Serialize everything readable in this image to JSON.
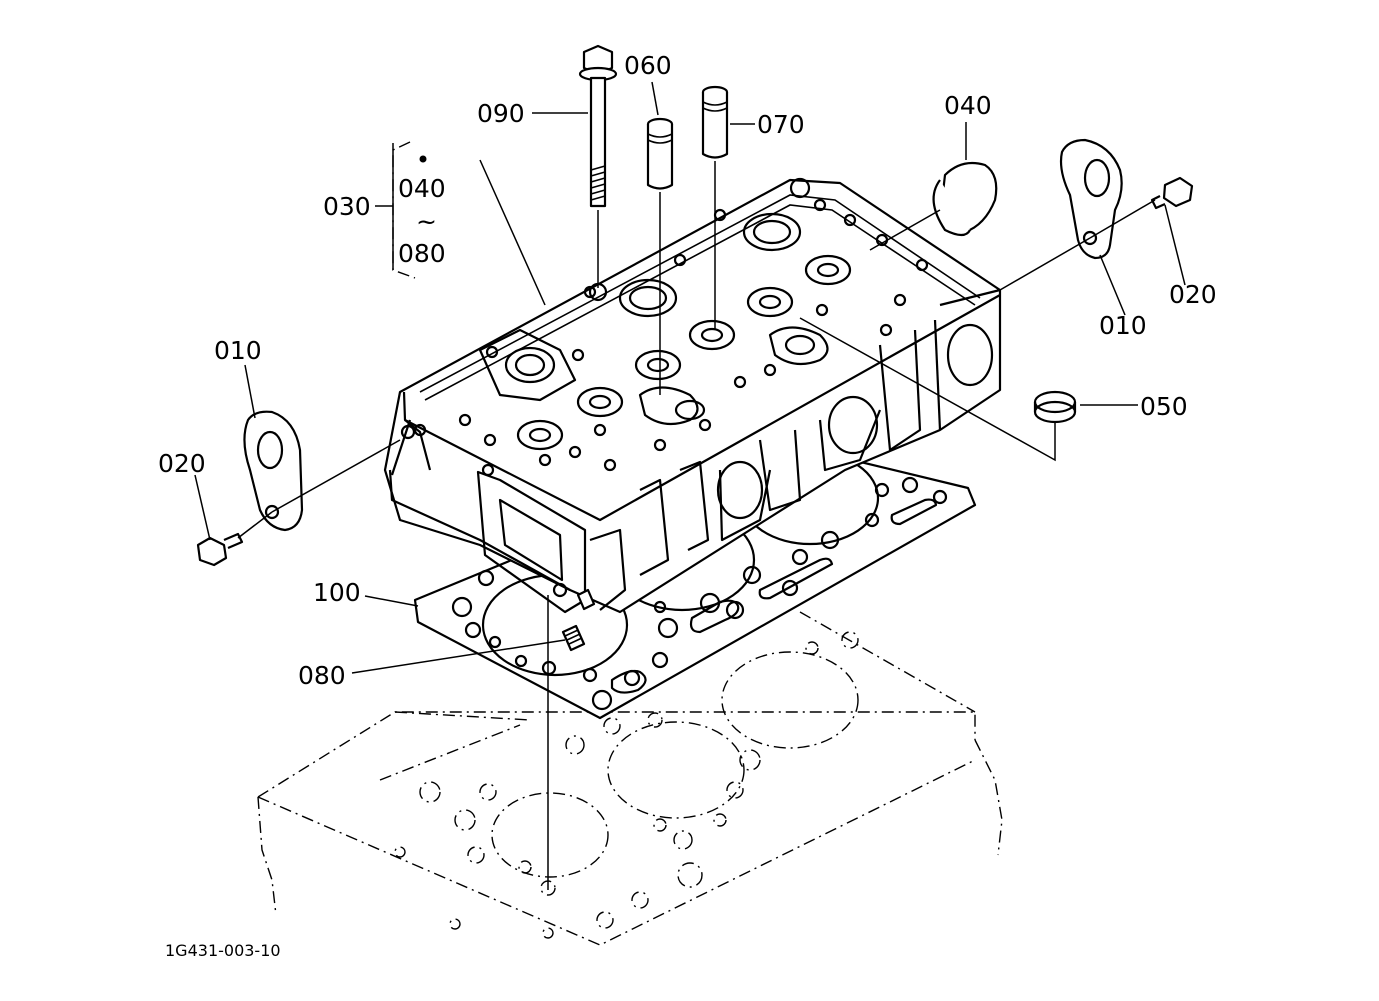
{
  "labels": {
    "p090": "090",
    "p060": "060",
    "p070": "070",
    "p040": "040",
    "p030": "030",
    "p030_range_from": "040",
    "p030_range_sep": "~",
    "p030_range_to": "080",
    "p010_left": "010",
    "p020_left": "020",
    "p010_right": "010",
    "p020_right": "020",
    "p050": "050",
    "p100": "100",
    "p080": "080"
  },
  "drawing_code": "1G431-003-10"
}
